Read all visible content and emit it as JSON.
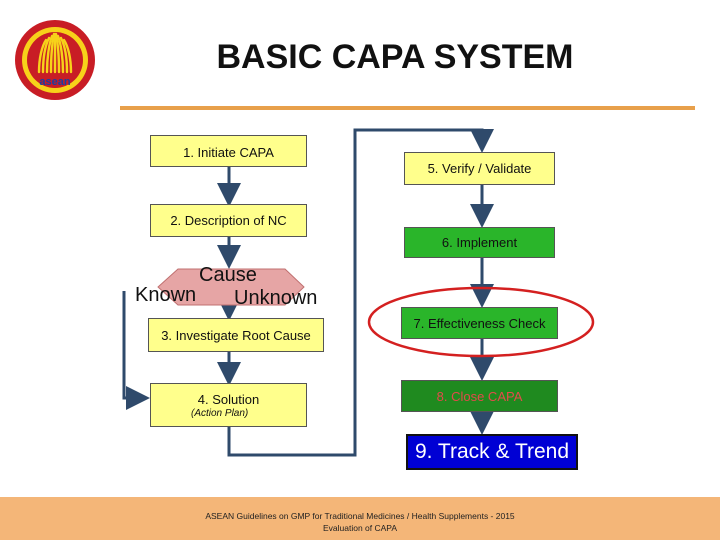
{
  "title": "BASIC CAPA SYSTEM",
  "logo_text": "asean",
  "steps": {
    "s1": "1. Initiate CAPA",
    "s2": "2. Description of NC",
    "s3": "3. Investigate Root Cause",
    "s4": "4. Solution",
    "s4_sub": "(Action Plan)",
    "s5": "5. Verify / Validate",
    "s6": "6. Implement",
    "s7": "7. Effectiveness Check",
    "s8": "8. Close CAPA",
    "s9": "9. Track & Trend"
  },
  "decision": {
    "label": "Cause",
    "known": "Known",
    "unknown": "Unknown"
  },
  "footer": {
    "line1": "ASEAN Guidelines on GMP for Traditional Medicines / Health Supplements - 2015",
    "line2": "Evaluation of CAPA"
  },
  "colors": {
    "yellow_box": "#ffff8c",
    "green_box": "#2ab52a",
    "dark_green_box": "#1f8a1f",
    "track_box": "#0000d4",
    "accent_rule": "#e8a04b",
    "connector": "#2f4a6b",
    "highlight_ellipse": "#d42020"
  }
}
